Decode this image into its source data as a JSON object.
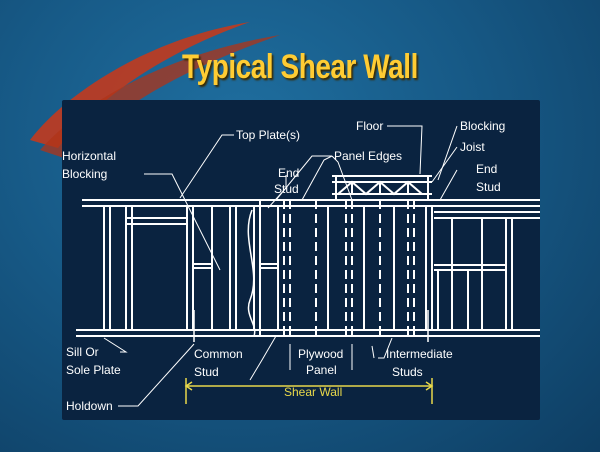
{
  "title": "Typical Shear Wall",
  "labels": {
    "top_plates": "Top Plate(s)",
    "horizontal_blocking_1": "Horizontal",
    "horizontal_blocking_2": "Blocking",
    "end_stud_left_1": "End",
    "end_stud_left_2": "Stud",
    "panel_edges": "Panel Edges",
    "floor": "Floor",
    "blocking": "Blocking",
    "joist": "Joist",
    "end_stud_right_1": "End",
    "end_stud_right_2": "Stud",
    "sill_plate_1": "Sill Or",
    "sill_plate_2": "Sole Plate",
    "holdown": "Holdown",
    "common_stud_1": "Common",
    "common_stud_2": "Stud",
    "plywood_panel_1": "Plywood",
    "plywood_panel_2": "Panel",
    "intermediate_studs_1": "Intermediate",
    "intermediate_studs_2": "Studs",
    "shear_wall": "Shear Wall"
  },
  "colors": {
    "title": "#ffcc33",
    "swoosh": "#c23a1e",
    "lines": "#ffffff",
    "dimension": "#e8d84a"
  }
}
